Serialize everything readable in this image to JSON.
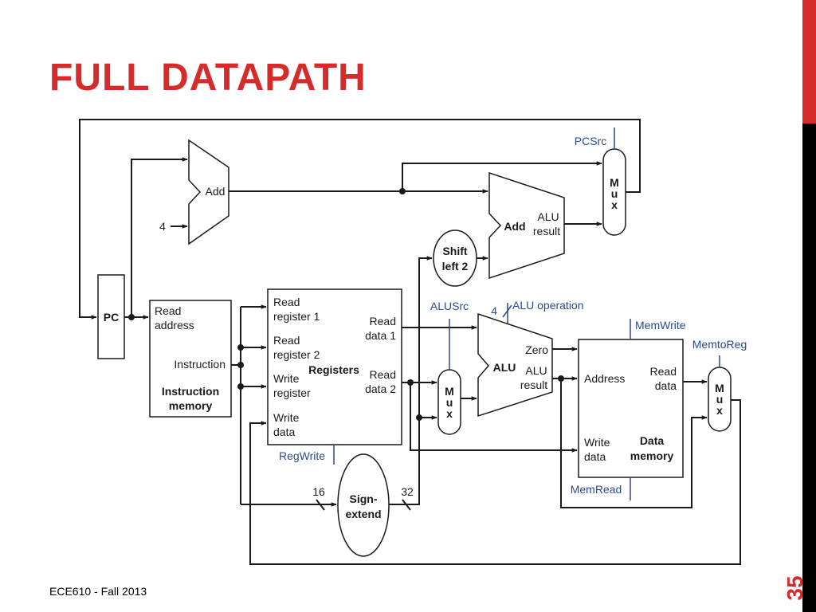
{
  "slide": {
    "title": "FULL DATAPATH",
    "footer": "ECE610 - Fall 2013",
    "page_number": "35"
  },
  "diagram": {
    "pc": "PC",
    "add_top": "Add",
    "constant_four": "4",
    "instruction_memory": {
      "read_address": [
        "Read",
        "address"
      ],
      "instruction": "Instruction",
      "title": [
        "Instruction",
        "memory"
      ]
    },
    "registers": {
      "read_register_1": [
        "Read",
        "register 1"
      ],
      "read_register_2": [
        "Read",
        "register 2"
      ],
      "write_register": [
        "Write",
        "register"
      ],
      "write_data": [
        "Write",
        "data"
      ],
      "title": "Registers",
      "read_data_1": [
        "Read",
        "data 1"
      ],
      "read_data_2": [
        "Read",
        "data 2"
      ]
    },
    "shift_left": [
      "Shift",
      "left 2"
    ],
    "branch_adder": {
      "title": "Add",
      "alu_result": [
        "ALU",
        "result"
      ]
    },
    "alu": {
      "title": "ALU",
      "zero": "Zero",
      "alu_result": [
        "ALU",
        "result"
      ]
    },
    "sign_extend": [
      "Sign-",
      "extend"
    ],
    "bus_width_16": "16",
    "bus_width_32": "32",
    "alu_op_width": "4",
    "data_memory": {
      "address": "Address",
      "read_data": [
        "Read",
        "data"
      ],
      "write_data": [
        "Write",
        "data"
      ],
      "title": [
        "Data",
        "memory"
      ]
    },
    "mux_letters": [
      "M",
      "u",
      "x"
    ],
    "control": {
      "pcsrc": "PCSrc",
      "alusrc": "ALUSrc",
      "alu_operation": "ALU operation",
      "memwrite": "MemWrite",
      "memtoreg": "MemtoReg",
      "regwrite": "RegWrite",
      "memread": "MemRead"
    }
  }
}
